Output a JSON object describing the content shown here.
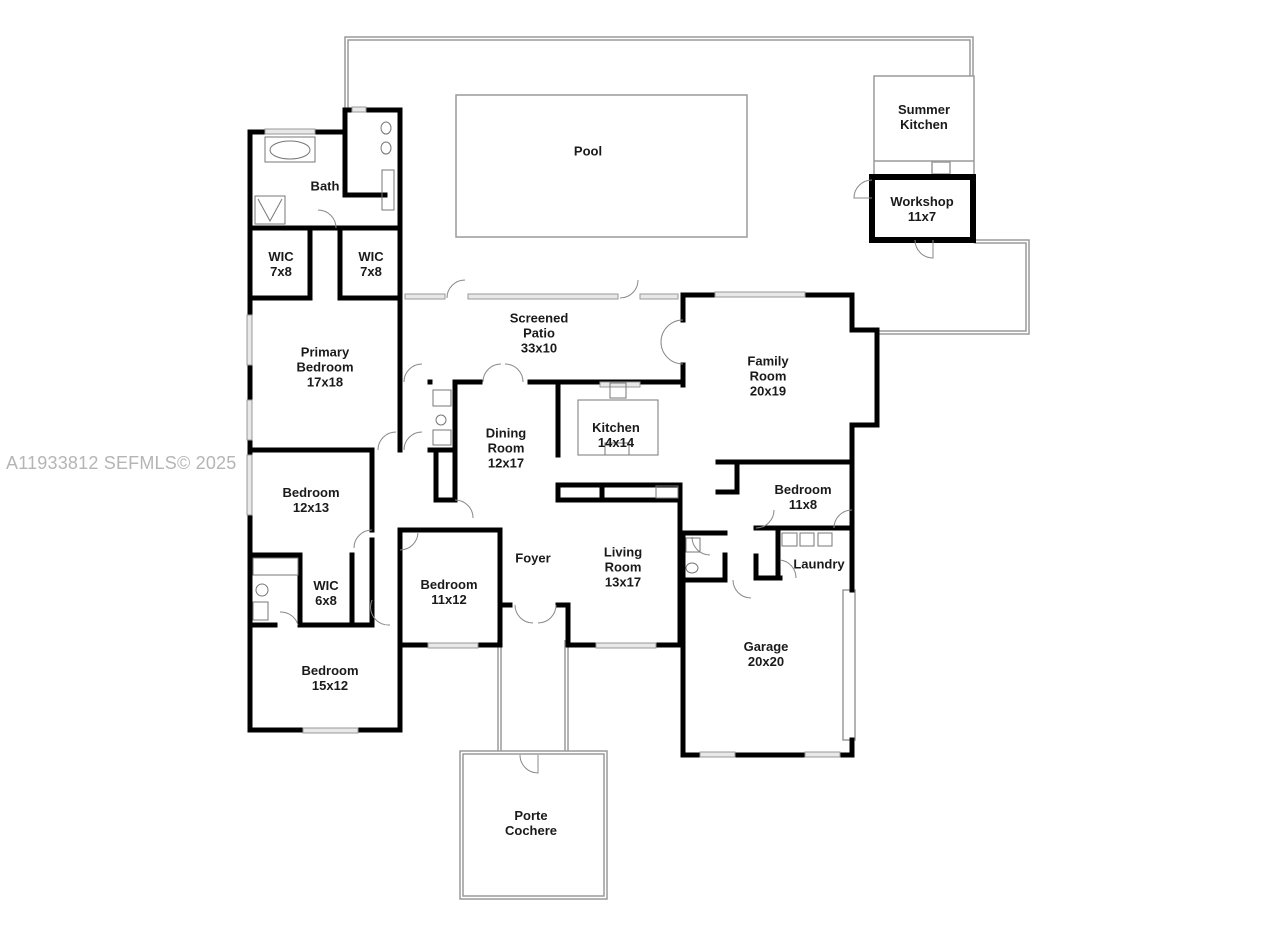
{
  "watermark": "A11933812  SEFMLS© 2025",
  "colors": {
    "wall": "#000000",
    "outline": "#9a9a9a",
    "window": "#b8b8b8",
    "text": "#1a1a1a",
    "watermark": "#b5b5b5"
  },
  "rooms": {
    "pool": {
      "name": "Pool",
      "dims": ""
    },
    "summer_kitchen": {
      "name": "Summer Kitchen",
      "line1": "Summer",
      "line2": "Kitchen",
      "dims": ""
    },
    "workshop": {
      "name": "Workshop",
      "dims": "11x7"
    },
    "bath": {
      "name": "Bath",
      "dims": ""
    },
    "wic_left": {
      "name": "WIC",
      "dims": "7x8"
    },
    "wic_right": {
      "name": "WIC",
      "dims": "7x8"
    },
    "screened_patio": {
      "line1": "Screened",
      "line2": "Patio",
      "dims": "33x10"
    },
    "family_room": {
      "line1": "Family",
      "line2": "Room",
      "dims": "20x19"
    },
    "primary_bedroom": {
      "line1": "Primary",
      "line2": "Bedroom",
      "dims": "17x18"
    },
    "kitchen": {
      "name": "Kitchen",
      "dims": "14x14"
    },
    "dining_room": {
      "line1": "Dining",
      "line2": "Room",
      "dims": "12x17"
    },
    "bedroom_12x13": {
      "name": "Bedroom",
      "dims": "12x13"
    },
    "bedroom_11x8": {
      "name": "Bedroom",
      "dims": "11x8"
    },
    "foyer": {
      "name": "Foyer"
    },
    "living_room": {
      "line1": "Living",
      "line2": "Room",
      "dims": "13x17"
    },
    "laundry": {
      "name": "Laundry"
    },
    "wic_6x8": {
      "name": "WIC",
      "dims": "6x8"
    },
    "bedroom_11x12": {
      "name": "Bedroom",
      "dims": "11x12"
    },
    "garage": {
      "name": "Garage",
      "dims": "20x20"
    },
    "bedroom_15x12": {
      "name": "Bedroom",
      "dims": "15x12"
    },
    "porte_cochere": {
      "line1": "Porte",
      "line2": "Cochere"
    }
  }
}
